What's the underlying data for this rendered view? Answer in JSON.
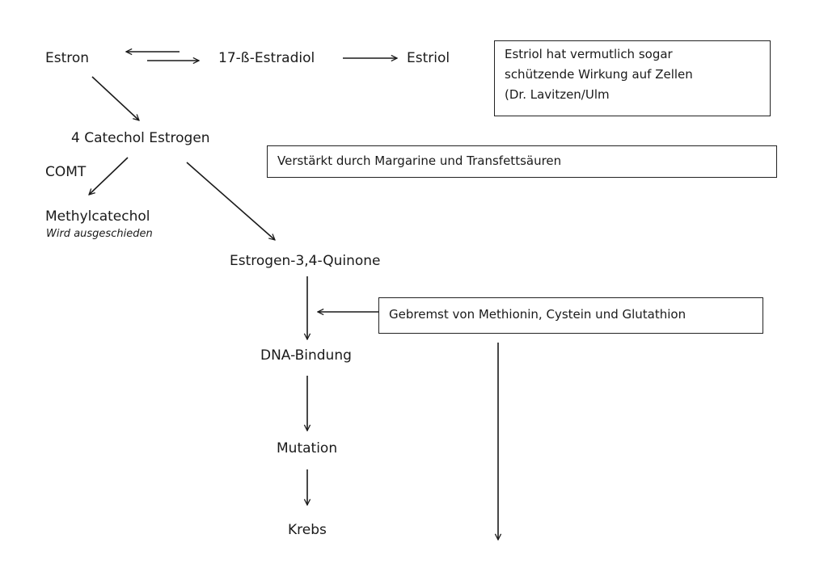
{
  "nodes": {
    "estron": "Estron",
    "estradiol": "17-ß-Estradiol",
    "estriol": "Estriol",
    "catechol": "4 Catechol Estrogen",
    "comt": "COMT",
    "methylcatechol": "Methylcatechol",
    "methylcatechol_note": "Wird ausgeschieden",
    "quinone": "Estrogen-3,4-Quinone",
    "dna": "DNA-Bindung",
    "mutation": "Mutation",
    "krebs": "Krebs"
  },
  "notes": {
    "estriol_lines": [
      "Estriol hat vermutlich sogar",
      "schützende Wirkung auf Zellen",
      "(Dr. Lavitzen/Ulm"
    ],
    "margarine": "Verstärkt durch Margarine und Transfettsäuren",
    "methionin": "Gebremst von Methionin, Cystein und Glutathion"
  },
  "colors": {
    "ink": "#1a1a1a",
    "box_border": "#222222",
    "background": "#ffffff"
  }
}
